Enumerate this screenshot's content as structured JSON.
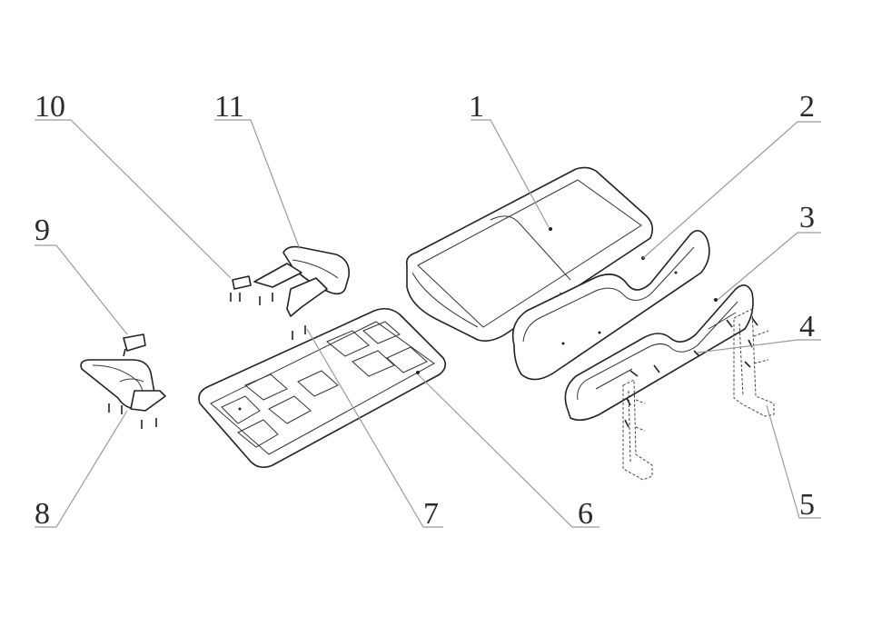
{
  "callouts": [
    {
      "id": "1",
      "label": "1"
    },
    {
      "id": "2",
      "label": "2"
    },
    {
      "id": "3",
      "label": "3"
    },
    {
      "id": "4",
      "label": "4"
    },
    {
      "id": "5",
      "label": "5"
    },
    {
      "id": "6",
      "label": "6"
    },
    {
      "id": "7",
      "label": "7"
    },
    {
      "id": "8",
      "label": "8"
    },
    {
      "id": "9",
      "label": "9"
    },
    {
      "id": "10",
      "label": "10"
    },
    {
      "id": "11",
      "label": "11"
    }
  ],
  "colors": {
    "line": "#222222",
    "leader": "#9a9a9a",
    "text": "#2a2a2a",
    "background": "#ffffff"
  }
}
